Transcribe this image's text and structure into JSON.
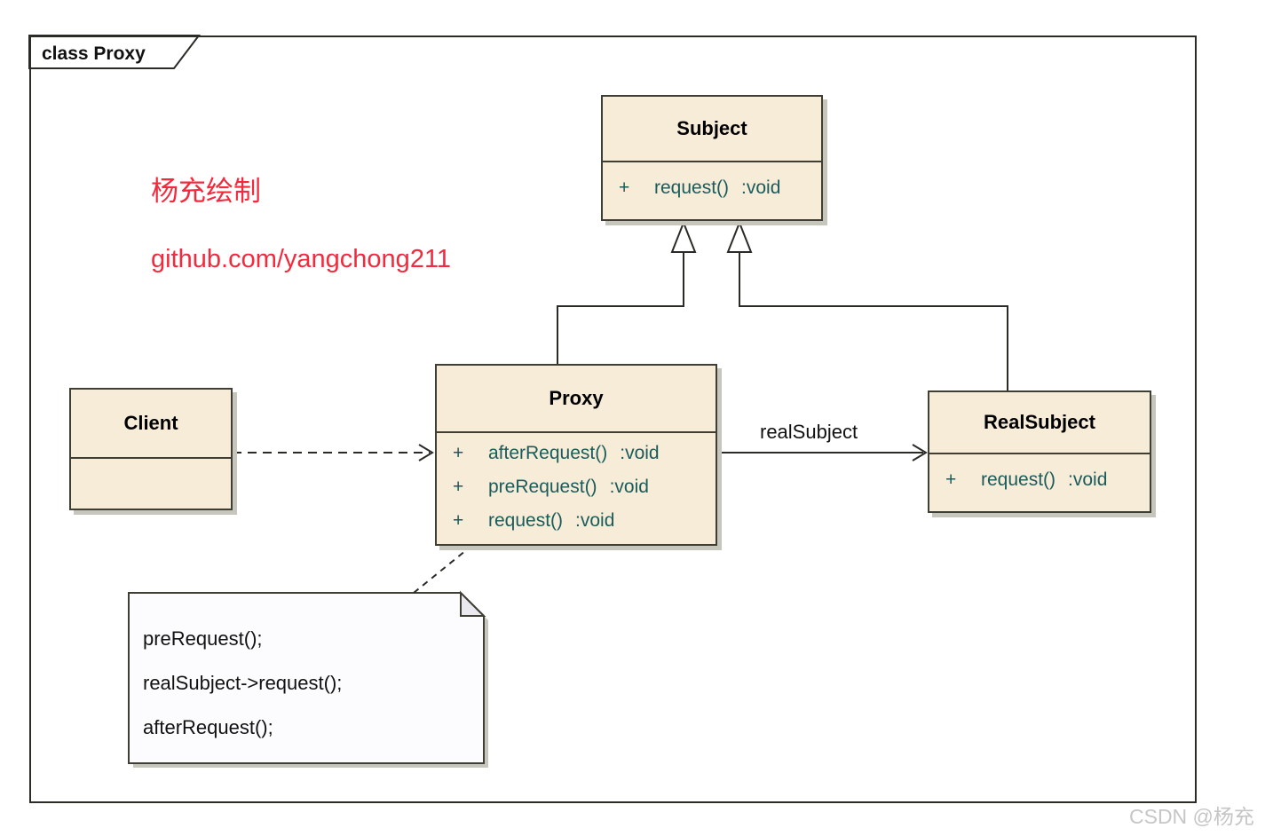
{
  "frame": {
    "title": "class Proxy"
  },
  "annotations": {
    "author_line": "杨充绘制",
    "repo_line": "github.com/yangchong211"
  },
  "classes": {
    "subject": {
      "name": "Subject",
      "methods": [
        {
          "visibility": "+",
          "signature": "request()",
          "returns": ":void"
        }
      ]
    },
    "proxy": {
      "name": "Proxy",
      "methods": [
        {
          "visibility": "+",
          "signature": "afterRequest()",
          "returns": ":void"
        },
        {
          "visibility": "+",
          "signature": "preRequest()",
          "returns": ":void"
        },
        {
          "visibility": "+",
          "signature": "request()",
          "returns": ":void"
        }
      ]
    },
    "client": {
      "name": "Client",
      "methods": []
    },
    "realsubject": {
      "name": "RealSubject",
      "methods": [
        {
          "visibility": "+",
          "signature": "request()",
          "returns": ":void"
        }
      ]
    }
  },
  "note": {
    "lines": [
      "preRequest();",
      "realSubject->request();",
      "afterRequest();"
    ]
  },
  "edges": {
    "association_label": "realSubject"
  },
  "watermark": {
    "text": "CSDN @杨充"
  },
  "colors": {
    "class_fill": "#f7ecd8",
    "class_border": "#3e3e35",
    "method_text": "#1a5c5c",
    "shadow": "#c6c6bc",
    "note_fill": "#fcfcfe",
    "annotation_red": "#f4293c",
    "frame_border": "#2b2b27",
    "watermark_gray": "#c6c6c6"
  }
}
